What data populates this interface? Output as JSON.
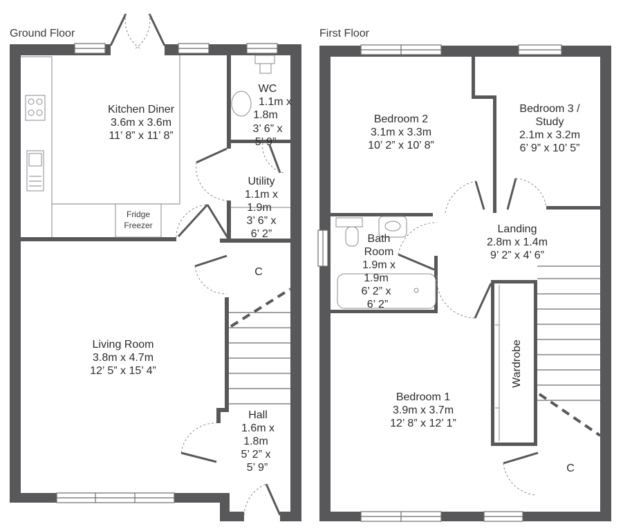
{
  "floors": {
    "ground": {
      "title": "Ground Floor",
      "kitchen": {
        "name": "Kitchen Diner",
        "metric": "3.6m x 3.6m",
        "imperial": "11’ 8” x 11’ 8”"
      },
      "wc": {
        "name": "WC",
        "l1": "1.1m x",
        "l2": "1.8m",
        "l3": "3’ 6” x",
        "l4": "5’ 9”"
      },
      "utility": {
        "name": "Utility",
        "l1": "1.1m x",
        "l2": "1.9m",
        "l3": "3’ 6” x",
        "l4": "6’ 2”"
      },
      "fridge": {
        "l1": "Fridge",
        "l2": "Freezer"
      },
      "cupboard": "C",
      "living": {
        "name": "Living Room",
        "metric": "3.8m x 4.7m",
        "imperial": "12’ 5” x 15’ 4”"
      },
      "hall": {
        "name": "Hall",
        "l1": "1.6m x",
        "l2": "1.8m",
        "l3": "5’ 2” x",
        "l4": "5’ 9”"
      }
    },
    "first": {
      "title": "First Floor",
      "bedroom2": {
        "name": "Bedroom 2",
        "metric": "3.1m x 3.3m",
        "imperial": "10’ 2” x 10’ 8”"
      },
      "bedroom3": {
        "name1": "Bedroom 3 /",
        "name2": "Study",
        "metric": "2.1m x 3.2m",
        "imperial": "6’ 9” x 10’ 5”"
      },
      "bath": {
        "name1": "Bath",
        "name2": "Room",
        "l1": "1.9m x",
        "l2": "1.9m",
        "l3": "6’ 2” x",
        "l4": "6’ 2”"
      },
      "landing": {
        "name": "Landing",
        "metric": "2.8m x 1.4m",
        "imperial": "9’ 2” x 4’ 6”"
      },
      "wardrobe": "Wardrobe",
      "bedroom1": {
        "name": "Bedroom 1",
        "metric": "3.9m x 3.7m",
        "imperial": "12’ 8” x 12’ 1”"
      },
      "cupboard": "C"
    }
  }
}
